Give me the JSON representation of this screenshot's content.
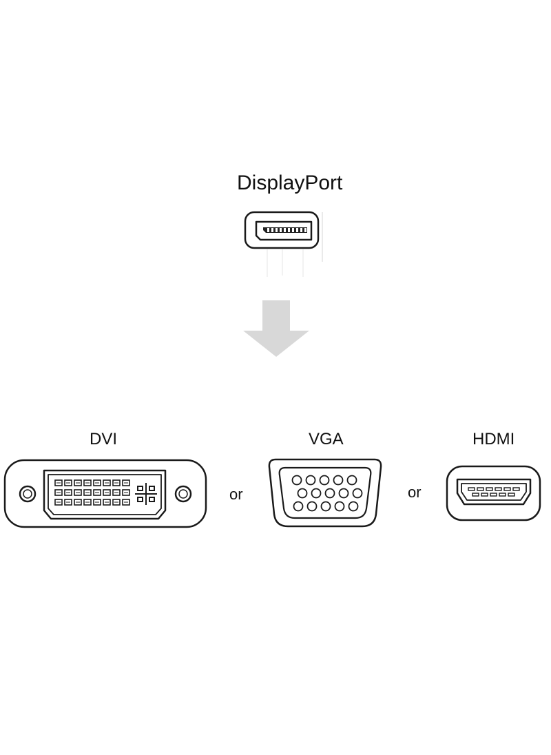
{
  "source": {
    "label": "DisplayPort",
    "icon": "displayport-port-icon"
  },
  "arrow": {
    "icon": "down-arrow-icon",
    "color": "#d8d8d8"
  },
  "targets": [
    {
      "label": "DVI",
      "icon": "dvi-port-icon"
    },
    {
      "label": "VGA",
      "icon": "vga-port-icon"
    },
    {
      "label": "HDMI",
      "icon": "hdmi-port-icon"
    }
  ],
  "separators": [
    "or",
    "or"
  ],
  "colors": {
    "line": "#1a1a1a",
    "background": "#ffffff"
  }
}
